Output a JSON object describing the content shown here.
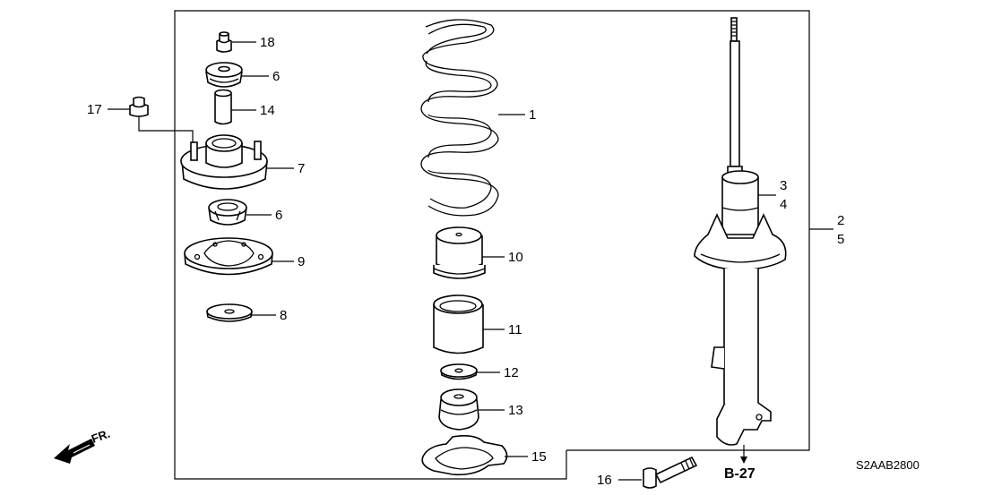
{
  "callouts": {
    "c1": "1",
    "c2": "2",
    "c3": "3",
    "c4": "4",
    "c5": "5",
    "c6a": "6",
    "c6b": "6",
    "c7": "7",
    "c8": "8",
    "c9": "9",
    "c10": "10",
    "c11": "11",
    "c12": "12",
    "c13": "13",
    "c14": "14",
    "c15": "15",
    "c16": "16",
    "c17": "17",
    "c18": "18"
  },
  "reference": "B-27",
  "front_marker": "FR.",
  "diagram_code": "S2AAB2800"
}
